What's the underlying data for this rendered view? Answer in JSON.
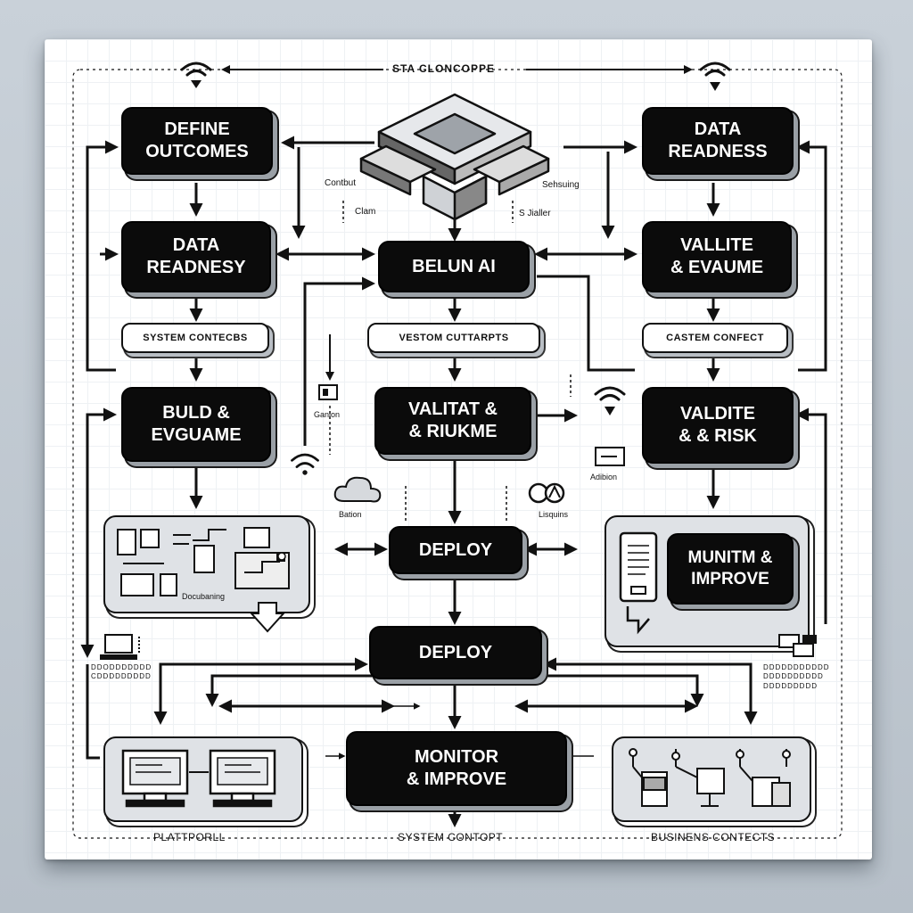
{
  "diagram": {
    "title": "STA CLONCOPPE",
    "boxes": {
      "define_outcomes": "DEFINE\nOUTCOMES",
      "data_readness_top": "DATA\nREADNESS",
      "data_readnesy": "DATA\nREADNESY",
      "belun_ai": "BELUN AI",
      "vallite_evaume": "VALLITE\n& EVAUME",
      "buld_evguame": "BULD &\nEVGUAME",
      "validat_riukme": "VALITAT &\n& RIUKME",
      "valdite_risk": "VALDITE\n& & RISK",
      "deploy_mid": "DEPLOY",
      "munitm_improve": "MUNITM &\nIMPROVE",
      "deploy_lower": "DEPLOY",
      "monitor_improve": "MONITOR\n& IMPROVE"
    },
    "pills": {
      "left": "SYSTEM CONTECBS",
      "center": "VESTOM CUTTARPTS",
      "right": "CASTEM CONFECT"
    },
    "labels": {
      "contbut": "Contbut",
      "clam": "Clam",
      "sehsuing": "Sehsuing",
      "s_ialler": "S Jialler",
      "ganion": "Ganion",
      "adibion": "Adibion",
      "bation": "Bation",
      "lisquins": "Lisquins",
      "docubaning": "Docubaning",
      "left_caption": "DDODDDDDDD\nCDDDDDDDDD",
      "right_caption": "DDDDDDDDDDD\nDDDDDDDDDD\nDDDDDDDDD"
    },
    "footer": {
      "left": "PLATTPORLL",
      "center": "SYSTEM CONTOPT",
      "right": "BUSINENS CONTECTS"
    }
  },
  "colors": {
    "box_fill": "#0b0b0b",
    "box_text": "#ffffff",
    "line": "#111111",
    "panel_fill": "#dfe2e6"
  }
}
